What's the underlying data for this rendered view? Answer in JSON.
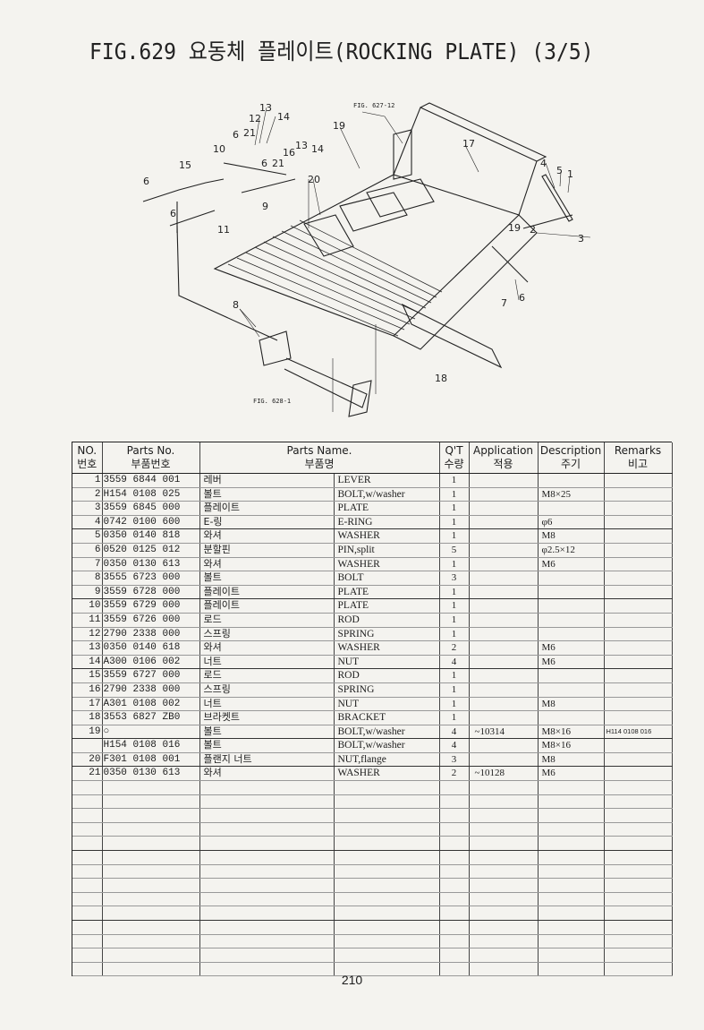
{
  "title": "FIG.629 요동체 플레이트(ROCKING PLATE) (3/5)",
  "diagram": {
    "ref_top": "FIG. 627-12",
    "ref_bottom": "FIG. 628-1",
    "callouts": [
      "13",
      "12",
      "14",
      "6",
      "21",
      "10",
      "15",
      "6",
      "19",
      "16",
      "13",
      "14",
      "6",
      "21",
      "20",
      "9",
      "17",
      "4",
      "5",
      "1",
      "11",
      "6",
      "19",
      "2",
      "3",
      "6",
      "7",
      "8",
      "18"
    ]
  },
  "table": {
    "headers": {
      "no": "NO.",
      "no_ko": "번호",
      "parts_no": "Parts No.",
      "parts_no_ko": "부품번호",
      "parts_name": "Parts Name.",
      "parts_name_ko": "부품명",
      "qty": "Q'T",
      "qty_ko": "수량",
      "application": "Application",
      "application_ko": "적용",
      "description": "Description",
      "description_ko": "주기",
      "remarks": "Remarks",
      "remarks_ko": "비고"
    },
    "rows": [
      {
        "no": "1",
        "pn": "3559 6844 001",
        "ko": "레버",
        "en": "LEVER",
        "qty": "1",
        "app": "",
        "desc": "",
        "rem": ""
      },
      {
        "no": "2",
        "pn": "H154 0108 025",
        "ko": "볼트",
        "en": "BOLT,w/washer",
        "qty": "1",
        "app": "",
        "desc": "M8×25",
        "rem": ""
      },
      {
        "no": "3",
        "pn": "3559 6845 000",
        "ko": "플레이트",
        "en": "PLATE",
        "qty": "1",
        "app": "",
        "desc": "",
        "rem": ""
      },
      {
        "no": "4",
        "pn": "0742 0100 600",
        "ko": "E-링",
        "en": "E-RING",
        "qty": "1",
        "app": "",
        "desc": "φ6",
        "rem": ""
      },
      {
        "no": "5",
        "pn": "0350 0140 818",
        "ko": "와셔",
        "en": "WASHER",
        "qty": "1",
        "app": "",
        "desc": "M8",
        "rem": ""
      },
      {
        "no": "6",
        "pn": "0520 0125 012",
        "ko": "분할핀",
        "en": "PIN,split",
        "qty": "5",
        "app": "",
        "desc": "φ2.5×12",
        "rem": ""
      },
      {
        "no": "7",
        "pn": "0350 0130 613",
        "ko": "와셔",
        "en": "WASHER",
        "qty": "1",
        "app": "",
        "desc": "M6",
        "rem": ""
      },
      {
        "no": "8",
        "pn": "3555 6723 000",
        "ko": "볼트",
        "en": "BOLT",
        "qty": "3",
        "app": "",
        "desc": "",
        "rem": ""
      },
      {
        "no": "9",
        "pn": "3559 6728 000",
        "ko": "플레이트",
        "en": "PLATE",
        "qty": "1",
        "app": "",
        "desc": "",
        "rem": ""
      },
      {
        "no": "10",
        "pn": "3559 6729 000",
        "ko": "플레이트",
        "en": "PLATE",
        "qty": "1",
        "app": "",
        "desc": "",
        "rem": ""
      },
      {
        "no": "11",
        "pn": "3559 6726 000",
        "ko": "로드",
        "en": "ROD",
        "qty": "1",
        "app": "",
        "desc": "",
        "rem": ""
      },
      {
        "no": "12",
        "pn": "2790 2338 000",
        "ko": "스프링",
        "en": "SPRING",
        "qty": "1",
        "app": "",
        "desc": "",
        "rem": ""
      },
      {
        "no": "13",
        "pn": "0350 0140 618",
        "ko": "와셔",
        "en": "WASHER",
        "qty": "2",
        "app": "",
        "desc": "M6",
        "rem": ""
      },
      {
        "no": "14",
        "pn": "A300 0106 002",
        "ko": "너트",
        "en": "NUT",
        "qty": "4",
        "app": "",
        "desc": "M6",
        "rem": ""
      },
      {
        "no": "15",
        "pn": "3559 6727 000",
        "ko": "로드",
        "en": "ROD",
        "qty": "1",
        "app": "",
        "desc": "",
        "rem": ""
      },
      {
        "no": "16",
        "pn": "2790 2338 000",
        "ko": "스프링",
        "en": "SPRING",
        "qty": "1",
        "app": "",
        "desc": "",
        "rem": ""
      },
      {
        "no": "17",
        "pn": "A301 0108 002",
        "ko": "너트",
        "en": "NUT",
        "qty": "1",
        "app": "",
        "desc": "M8",
        "rem": ""
      },
      {
        "no": "18",
        "pn": "3553 6827 ZB0",
        "ko": "브라켓트",
        "en": "BRACKET",
        "qty": "1",
        "app": "",
        "desc": "",
        "rem": ""
      },
      {
        "no": "19",
        "pn": "○",
        "ko": "볼트",
        "en": "BOLT,w/washer",
        "qty": "4",
        "app": "~10314",
        "desc": "M8×16",
        "rem": "H114 0108 016"
      },
      {
        "no": "",
        "pn": "H154 0108 016",
        "ko": "볼트",
        "en": "BOLT,w/washer",
        "qty": "4",
        "app": "",
        "desc": "M8×16",
        "rem": ""
      },
      {
        "no": "20",
        "pn": "F301 0108 001",
        "ko": "플랜지 너트",
        "en": "NUT,flange",
        "qty": "3",
        "app": "",
        "desc": "M8",
        "rem": ""
      },
      {
        "no": "21",
        "pn": "0350 0130 613",
        "ko": "와셔",
        "en": "WASHER",
        "qty": "2",
        "app": "~10128",
        "desc": "M6",
        "rem": ""
      }
    ],
    "group_breaks": [
      0,
      4,
      9,
      14,
      19,
      21
    ]
  },
  "page_number": "210"
}
